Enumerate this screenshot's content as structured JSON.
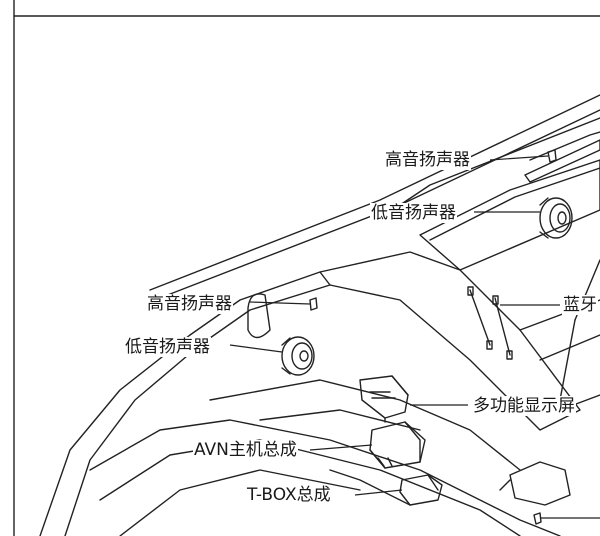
{
  "diagram": {
    "labels": {
      "tweeter_rear": "高音扬声器",
      "woofer_rear": "低音扬声器",
      "tweeter_front": "高音扬声器",
      "woofer_front": "低音扬声器",
      "bluetooth": "蓝牙",
      "multifunction_display": "多功能显示屏",
      "avn_head_unit": "AVN主机总成",
      "tbox": "T-BOX总成"
    }
  }
}
